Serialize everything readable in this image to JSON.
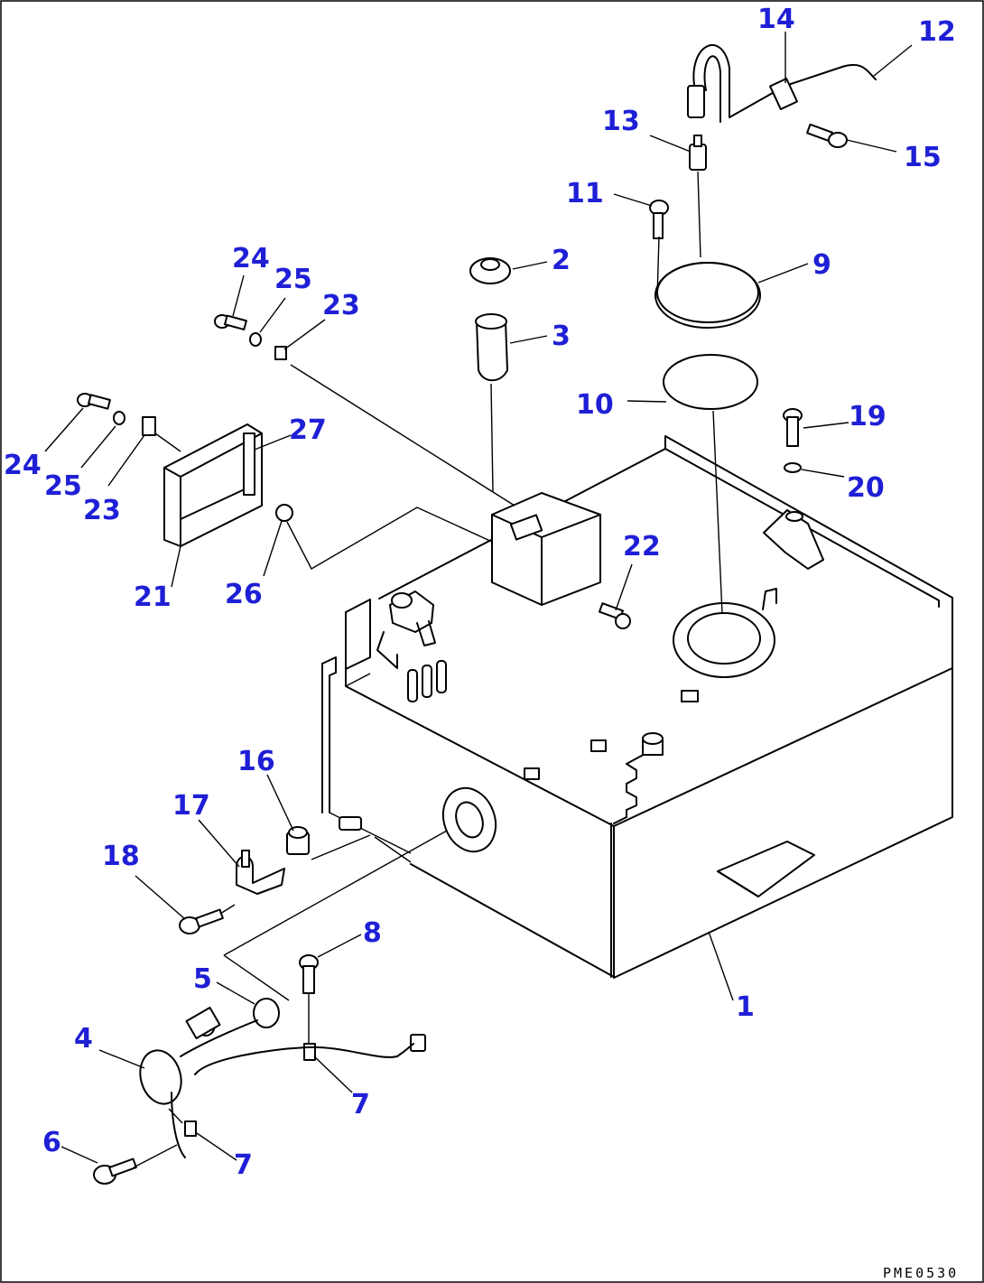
{
  "drawing_code": "PME0530",
  "callouts": [
    {
      "id": "c1",
      "text": "1"
    },
    {
      "id": "c2",
      "text": "2"
    },
    {
      "id": "c3",
      "text": "3"
    },
    {
      "id": "c4",
      "text": "4"
    },
    {
      "id": "c5",
      "text": "5"
    },
    {
      "id": "c6",
      "text": "6"
    },
    {
      "id": "c7a",
      "text": "7"
    },
    {
      "id": "c7b",
      "text": "7"
    },
    {
      "id": "c8",
      "text": "8"
    },
    {
      "id": "c9",
      "text": "9"
    },
    {
      "id": "c10",
      "text": "10"
    },
    {
      "id": "c11",
      "text": "11"
    },
    {
      "id": "c12",
      "text": "12"
    },
    {
      "id": "c13",
      "text": "13"
    },
    {
      "id": "c14",
      "text": "14"
    },
    {
      "id": "c15",
      "text": "15"
    },
    {
      "id": "c16",
      "text": "16"
    },
    {
      "id": "c17",
      "text": "17"
    },
    {
      "id": "c18",
      "text": "18"
    },
    {
      "id": "c19",
      "text": "19"
    },
    {
      "id": "c20",
      "text": "20"
    },
    {
      "id": "c21",
      "text": "21"
    },
    {
      "id": "c22",
      "text": "22"
    },
    {
      "id": "c23a",
      "text": "23"
    },
    {
      "id": "c23b",
      "text": "23"
    },
    {
      "id": "c24a",
      "text": "24"
    },
    {
      "id": "c24b",
      "text": "24"
    },
    {
      "id": "c25a",
      "text": "25"
    },
    {
      "id": "c25b",
      "text": "25"
    },
    {
      "id": "c26",
      "text": "26"
    },
    {
      "id": "c27",
      "text": "27"
    }
  ],
  "colors": {
    "callout": "#1f1fd6",
    "line": "#000000",
    "background": "#ffffff"
  }
}
